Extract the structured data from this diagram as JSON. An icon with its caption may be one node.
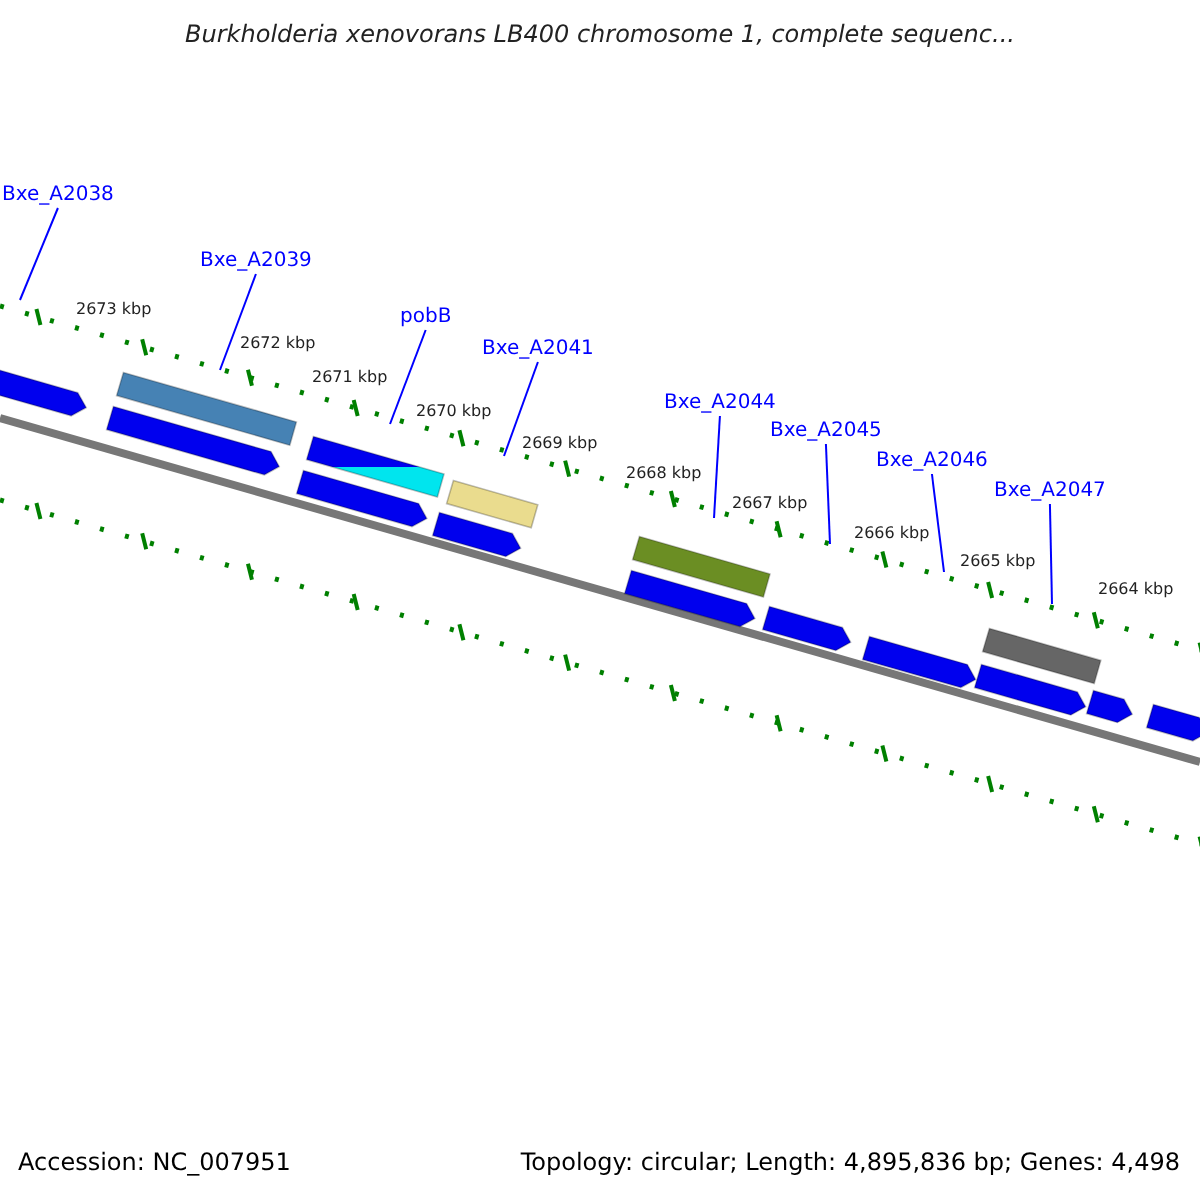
{
  "diagram": {
    "title": "Burkholderia xenovorans LB400 chromosome 1, complete sequenc...",
    "nodes": [
      {
        "text": [
          "Bxe_A2038"
        ]
      },
      {
        "text": [
          "Bxe_A2039"
        ]
      },
      {
        "text": [
          "pobB"
        ]
      },
      {
        "text": [
          "Bxe_A2041"
        ]
      },
      {
        "text": [
          "Bxe_A2044"
        ]
      },
      {
        "text": [
          "Bxe_A2045"
        ]
      },
      {
        "text": [
          "Bxe_A2046"
        ]
      },
      {
        "text": [
          "Bxe_A2047"
        ]
      },
      {
        "text": [],
        "shape": "arrow"
      },
      {
        "text": [],
        "shape": "bar"
      },
      {
        "text": [],
        "shape": "arrow"
      },
      {
        "text": [],
        "shape": "bar"
      },
      {
        "text": [],
        "shape": "arrow"
      },
      {
        "text": [],
        "shape": "bar"
      },
      {
        "text": [],
        "shape": "arrow"
      },
      {
        "text": [],
        "shape": "bar"
      },
      {
        "text": [],
        "shape": "arrow"
      },
      {
        "text": [],
        "shape": "arrow"
      },
      {
        "text": [],
        "shape": "arrow"
      },
      {
        "text": [],
        "shape": "bar"
      },
      {
        "text": [],
        "shape": "arrow"
      },
      {
        "text": [],
        "shape": "arrow"
      },
      {
        "text": [],
        "shape": "arrow"
      }
    ],
    "edges": [
      {
        "from": 0,
        "to": null,
        "arrow": "none"
      },
      {
        "from": 1,
        "to": null,
        "arrow": "none"
      },
      {
        "from": 2,
        "to": null,
        "arrow": "none"
      },
      {
        "from": 3,
        "to": null,
        "arrow": "none"
      },
      {
        "from": 4,
        "to": null,
        "arrow": "none"
      },
      {
        "from": 5,
        "to": null,
        "arrow": "none"
      },
      {
        "from": 6,
        "to": null,
        "arrow": "none"
      },
      {
        "from": 7,
        "to": null,
        "arrow": "none"
      }
    ],
    "labels": [
      "2673 kbp",
      "2672 kbp",
      "2671 kbp",
      "2670 kbp",
      "2669 kbp",
      "2668 kbp",
      "2667 kbp",
      "2666 kbp",
      "2665 kbp",
      "2664 kbp",
      "Accession: NC_007951",
      "Topology: circular; Length: 4,895,836 bp; Genes: 4,498"
    ]
  }
}
